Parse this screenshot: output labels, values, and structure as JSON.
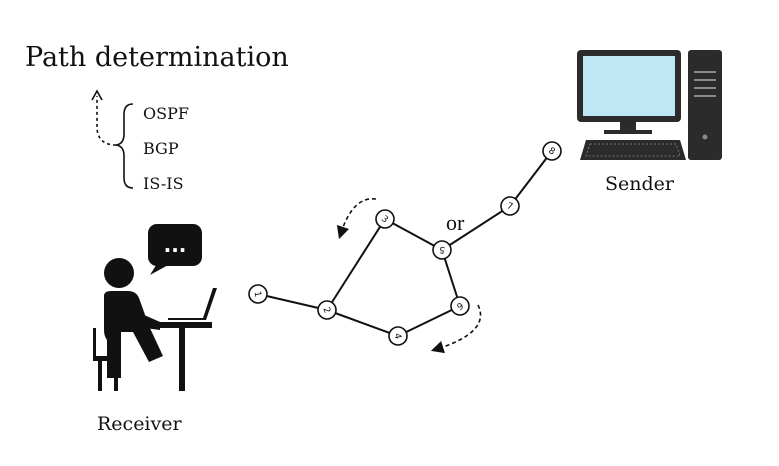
{
  "title": "Path determination",
  "protocols": [
    "OSPF",
    "BGP",
    "IS-IS"
  ],
  "sender_label": "Sender",
  "receiver_label": "Receiver",
  "path_alternative_label": "or",
  "speech_bubble_text": "...",
  "nodes": [
    "1",
    "2",
    "3",
    "4",
    "5",
    "6",
    "7",
    "8"
  ],
  "links": [
    [
      "1",
      "2"
    ],
    [
      "2",
      "3"
    ],
    [
      "2",
      "4"
    ],
    [
      "3",
      "5"
    ],
    [
      "4",
      "6"
    ],
    [
      "5",
      "6"
    ],
    [
      "5",
      "7"
    ],
    [
      "7",
      "8"
    ]
  ],
  "colors": {
    "ink": "#111111",
    "screen": "#bfe6f5",
    "tower": "#2b2b2b",
    "background": "#ffffff"
  },
  "icons": {
    "sender": "desktop-computer-icon",
    "receiver": "person-at-laptop-icon",
    "chat": "speech-bubble-icon"
  }
}
